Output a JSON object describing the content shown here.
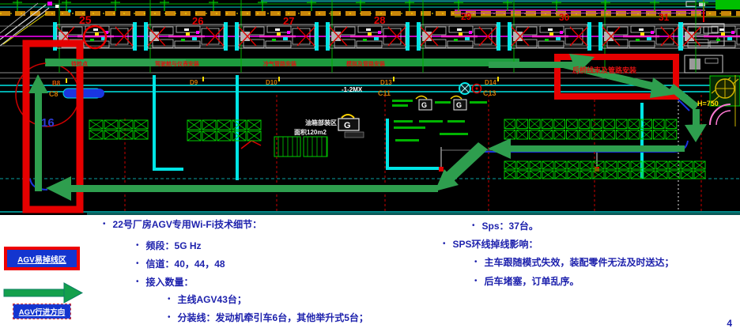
{
  "page": {
    "number": "4"
  },
  "legend": {
    "dropout_label": "AGV易掉线区",
    "direction_label": "AGV行进方向"
  },
  "notes_left": {
    "title": "22号厂房AGV专用Wi-Fi技术细节：",
    "items": [
      "频段：5G Hz",
      "信道：40，44，48",
      "接入数量："
    ],
    "sub_items": [
      "主线AGV43台；",
      "分装线：发动机牵引车6台，其他举升式5台；"
    ]
  },
  "notes_right": {
    "sps_item": "Sps：37台。",
    "impact_title": "SPS环线掉线影响：",
    "impact_items": [
      "主车跟随模式失效，装配零件无法及时送达；",
      "后车堵塞，订单乱序。"
    ]
  },
  "cad": {
    "station_numbers": [
      "25",
      "26",
      "27",
      "28"
    ],
    "conveyor_numbers": [
      "29",
      "30",
      "31"
    ],
    "station_captions": [
      "待检点",
      "驾驶舱与仪表安装",
      "冷气管路安装",
      "模拟及管路安装",
      "后桥线束及管路安装"
    ],
    "zone_label_line1": "油箱部装区",
    "zone_label_line2": "面积120m2",
    "g_marker": "G",
    "height_label": "H=750",
    "column_number": "16",
    "point_labels": {
      "b8": "B8",
      "c8": "C8",
      "d9": "D9",
      "d10": "D10",
      "d13": "D13",
      "c11": "C11",
      "d14": "D14",
      "c13": "C13",
      "mx": "-1-2MX"
    }
  },
  "colors": {
    "highlight_red": "#e60000",
    "route_green": "#2e9e4e",
    "legend_blue": "#1335cf",
    "note_text": "#1e22ad",
    "cad_cyan": "#00e5e5",
    "cad_magenta": "#ff00ff",
    "cad_green": "#00cc00",
    "cad_orange": "#d07800",
    "cad_yellow": "#ffe000"
  }
}
